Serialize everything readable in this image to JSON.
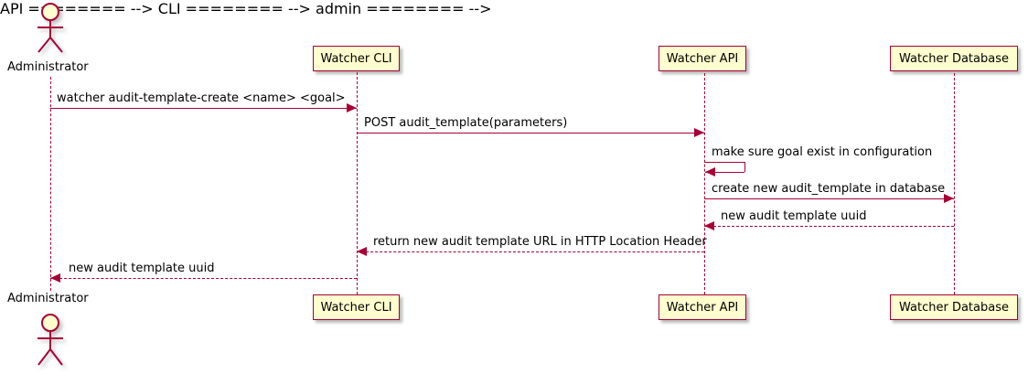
{
  "diagram": {
    "type": "sequence",
    "colors": {
      "background": "#FFFFFF",
      "participant_fill": "#FEFECE",
      "border": "#A80036",
      "arrow": "#A80036",
      "text": "#000000"
    },
    "actor": {
      "name": "Administrator"
    },
    "participants": [
      {
        "label": "Watcher CLI"
      },
      {
        "label": "Watcher API"
      },
      {
        "label": "Watcher Database"
      }
    ],
    "messages": [
      {
        "from": "Administrator",
        "to": "Watcher CLI",
        "style": "solid",
        "label": "watcher audit-template-create <name> <goal>"
      },
      {
        "from": "Watcher CLI",
        "to": "Watcher API",
        "style": "solid",
        "label": "POST audit_template(parameters)"
      },
      {
        "from": "Watcher API",
        "to": "Watcher API",
        "style": "self",
        "label": "make sure goal exist in configuration"
      },
      {
        "from": "Watcher API",
        "to": "Watcher Database",
        "style": "solid",
        "label": "create new audit_template in database"
      },
      {
        "from": "Watcher Database",
        "to": "Watcher API",
        "style": "dashed",
        "label": "new audit template uuid"
      },
      {
        "from": "Watcher API",
        "to": "Watcher CLI",
        "style": "dashed",
        "label": "return new audit template URL in HTTP Location Header"
      },
      {
        "from": "Watcher CLI",
        "to": "Administrator",
        "style": "dashed",
        "label": "new audit template uuid"
      }
    ]
  }
}
